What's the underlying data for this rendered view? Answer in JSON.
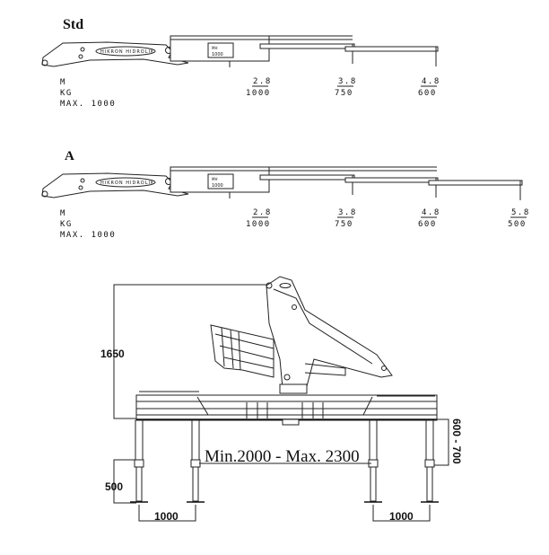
{
  "variants": [
    {
      "title": "Std",
      "brand": "HIKRON HIDROLIK",
      "model": [
        "MH",
        "1000"
      ],
      "row_labels": {
        "m": "M",
        "kg": "KG",
        "max": "MAX. 1000"
      },
      "reach_m": [
        "2.8",
        "3.8",
        "4.8"
      ],
      "load_kg": [
        "1000",
        "750",
        "600"
      ]
    },
    {
      "title": "A",
      "brand": "HIKRON HIDROLIK",
      "model": [
        "MH",
        "1000"
      ],
      "row_labels": {
        "m": "M",
        "kg": "KG",
        "max": "MAX. 1000"
      },
      "reach_m": [
        "2.8",
        "3.8",
        "4.8",
        "5.8"
      ],
      "load_kg": [
        "1000",
        "750",
        "600",
        "500"
      ]
    }
  ],
  "side_view": {
    "height_dim": "1650",
    "leg_dim": "500",
    "span_left": "1000",
    "span_right": "1000",
    "width_range": "Min.2000 - Max. 2300",
    "frame_height": "600 - 700"
  }
}
